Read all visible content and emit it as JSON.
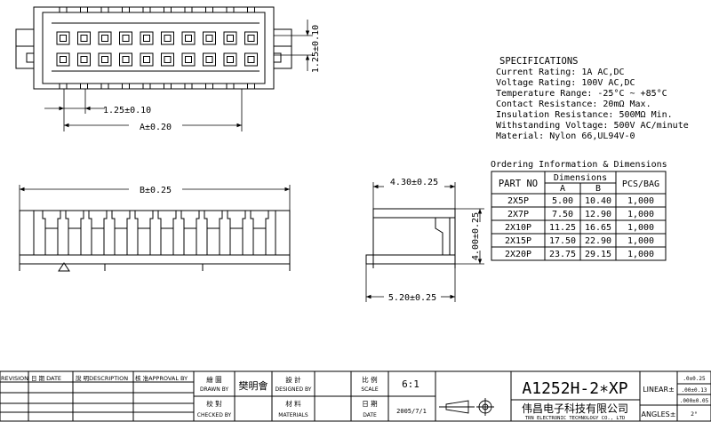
{
  "dims": {
    "pitch_v": "1.25±0.10",
    "pitch_h": "1.25±0.10",
    "dim_a": "A±0.20",
    "dim_b": "B±0.25",
    "height": "4.00±0.25",
    "top_width": "4.30±0.25",
    "bottom_width": "5.20±0.25"
  },
  "specs": {
    "title": "SPECIFICATIONS",
    "lines": [
      "Current Rating: 1A AC,DC",
      "Voltage Rating: 100V AC,DC",
      "Temperature Range: -25°C ~ +85°C",
      "Contact Resistance: 20mΩ Max.",
      "Insulation Resistance: 500MΩ Min.",
      "Withstanding Voltage: 500V AC/minute",
      "Material: Nylon 66,UL94V-0"
    ]
  },
  "ordering": {
    "title": "Ordering Information & Dimensions",
    "col_part": "PART NO",
    "col_dims": "Dimensions",
    "col_a": "A",
    "col_b": "B",
    "col_pcs": "PCS/BAG",
    "rows": [
      [
        "2X5P",
        "5.00",
        "10.40",
        "1,000"
      ],
      [
        "2X7P",
        "7.50",
        "12.90",
        "1,000"
      ],
      [
        "2X10P",
        "11.25",
        "16.65",
        "1,000"
      ],
      [
        "2X15P",
        "17.50",
        "22.90",
        "1,000"
      ],
      [
        "2X20P",
        "23.75",
        "29.15",
        "1,000"
      ]
    ]
  },
  "titleblock": {
    "revision": "REVISION",
    "date_hdr": "日 期 DATE",
    "desc_hdr": "說 明DESCRIPTION",
    "approval_hdr": "核 准APPROVAL BY",
    "drawn_cn": "繪 圖",
    "drawn_en": "DRAWN BY",
    "drawn_name": "樊明會",
    "designed_cn": "設 計",
    "designed_en": "DESIGNED BY",
    "checked_cn": "校 對",
    "checked_en": "CHECKED BY",
    "materials_cn": "材 料",
    "materials_en": "MATERIALS",
    "scale_cn": "比 例",
    "scale_en": "SCALE",
    "scale_val": "6:1",
    "date_cn": "日 期",
    "date_en": "DATE",
    "date_val": "2005/7/1",
    "part_number": "A1252H-2∗XP",
    "company_cn": "伟昌电子科技有限公司",
    "company_en": "TRN ELECTRONIC TECHNOLOGY CO., LTD",
    "linear": "LINEAR±",
    "angles": "ANGLES±",
    "tol1": ".0±0.25",
    "tol2": ".00±0.13",
    "tol3": ".000±0.05",
    "tol4": "2°"
  }
}
